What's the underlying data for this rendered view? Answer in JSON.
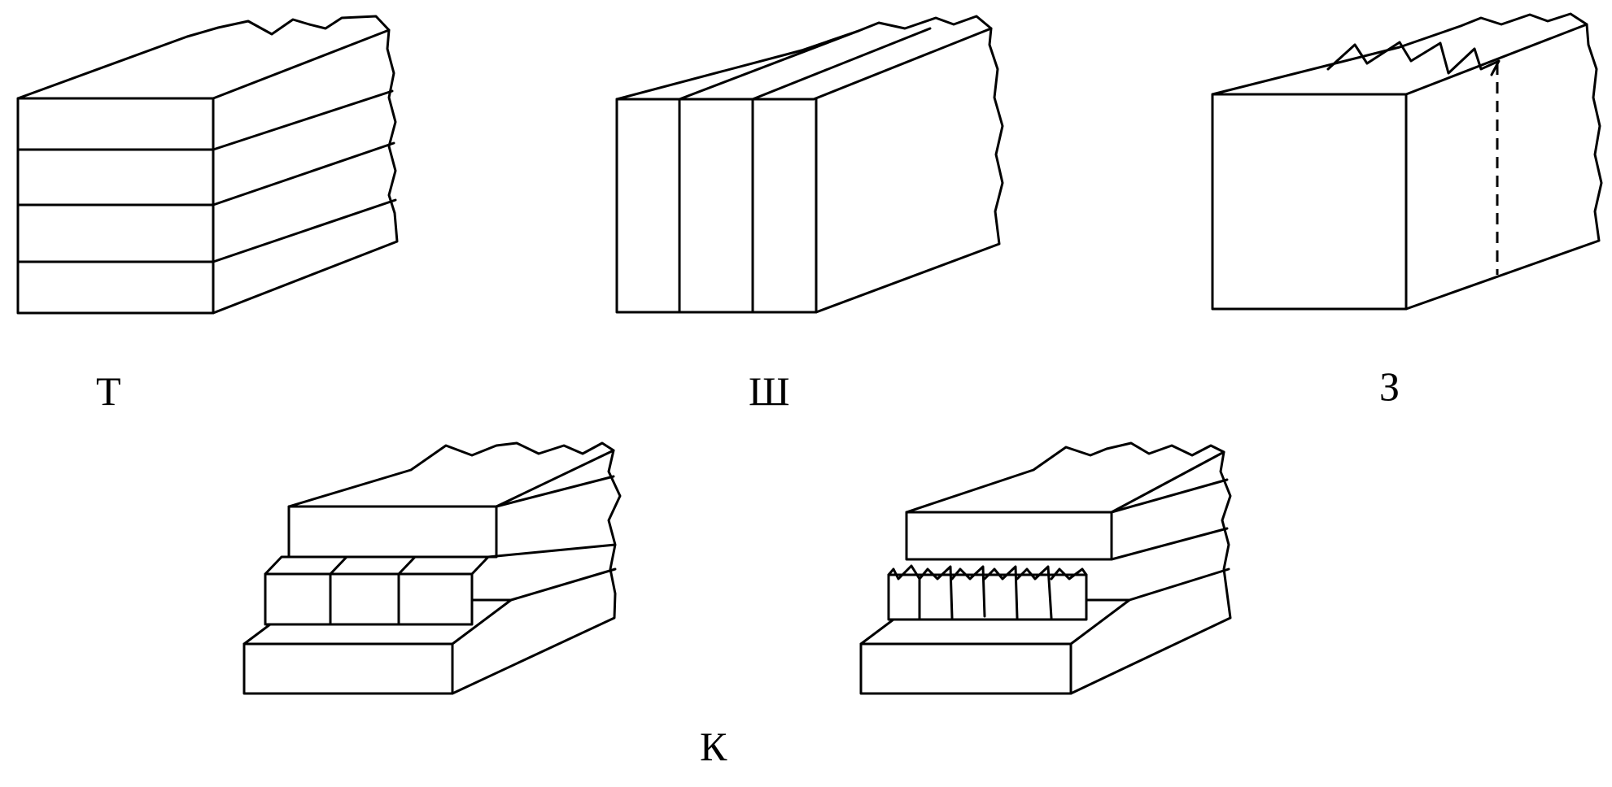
{
  "labels": {
    "butt": "Т",
    "edge": "Ш",
    "finger": "З",
    "box": "К"
  }
}
